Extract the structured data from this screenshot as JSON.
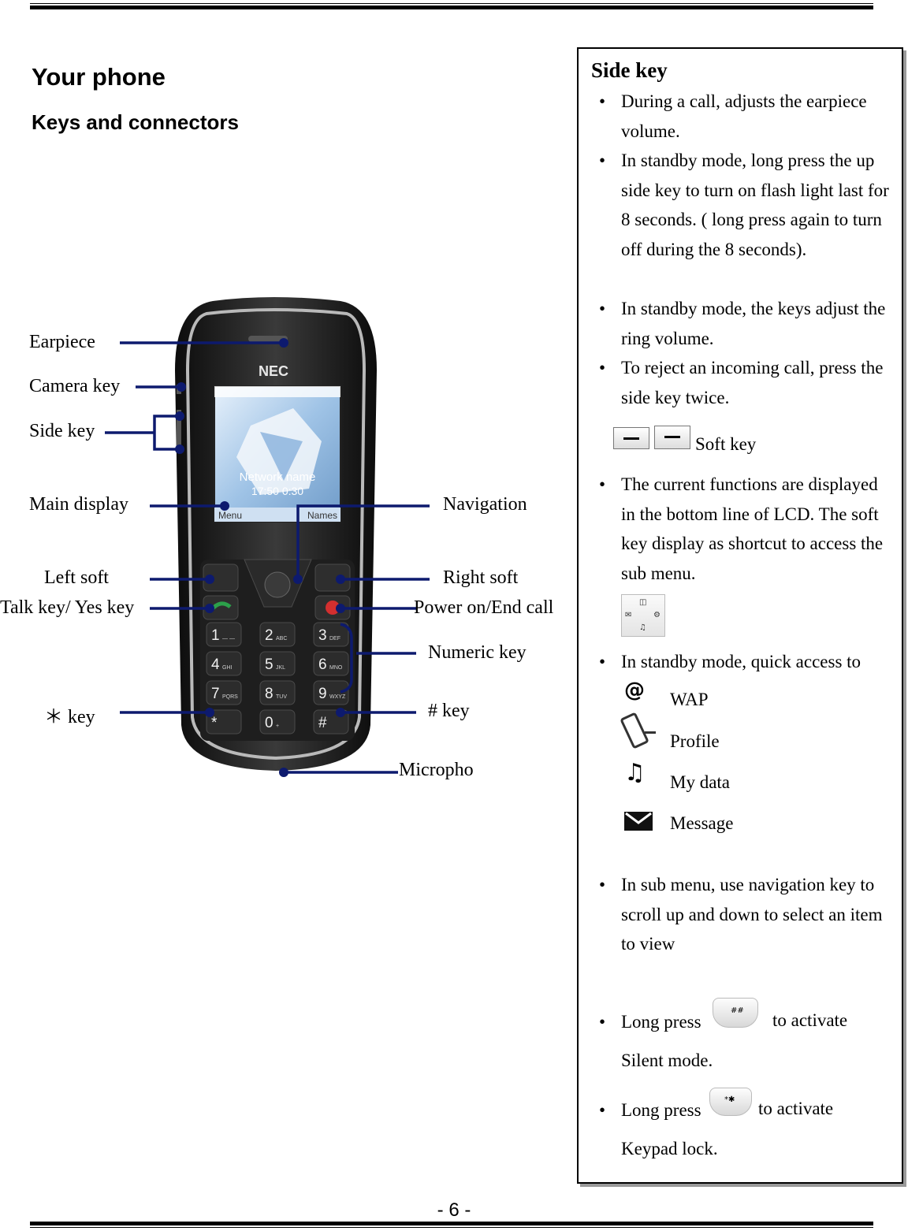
{
  "heading": "Your phone",
  "subheading": "Keys and connectors",
  "brand": "NEC",
  "screen": {
    "network": "Network name",
    "time": "17:50  0:30",
    "left_soft": "Menu",
    "right_soft": "Names"
  },
  "keypad": [
    {
      "key": "1",
      "sub": "— —"
    },
    {
      "key": "2",
      "sub": "ABC"
    },
    {
      "key": "3",
      "sub": "DEF"
    },
    {
      "key": "4",
      "sub": "GHI"
    },
    {
      "key": "5",
      "sub": "JKL"
    },
    {
      "key": "6",
      "sub": "MNO"
    },
    {
      "key": "7",
      "sub": "PQRS"
    },
    {
      "key": "8",
      "sub": "TUV"
    },
    {
      "key": "9",
      "sub": "WXYZ"
    },
    {
      "key": "*",
      "sub": ""
    },
    {
      "key": "0",
      "sub": "+"
    },
    {
      "key": "#",
      "sub": ""
    }
  ],
  "callouts": {
    "earpiece": "Earpiece",
    "camera_key": "Camera key",
    "side_key": "Side key",
    "main_display": "Main display",
    "navigation": "Navigation",
    "left_soft": "Left soft",
    "right_soft": "Right soft",
    "talk_key": "Talk key/ Yes key",
    "power_end": "Power on/End call",
    "numeric_key": "Numeric key",
    "star_key": "＊ key",
    "hash_key": "# key",
    "microphone": "Micropho"
  },
  "sidebox": {
    "title": "Side key",
    "side_bullets": [
      "During a call, adjusts the earpiece volume.",
      "In standby mode, long press the up side key to turn on flash light last for 8 seconds. ( long press again to turn off during the 8 seconds).",
      "In standby mode, the keys adjust the ring volume.",
      "To reject an incoming call, press the side key twice."
    ],
    "softkey_label": "Soft key",
    "softkey_bullet": "The current functions are displayed in the bottom line of LCD. The soft key display as shortcut to access the sub menu.",
    "quick_access": "In standby mode, quick access to",
    "quick_items": [
      "WAP",
      "Profile",
      "My data",
      "Message"
    ],
    "submenu_bullet": "In sub menu, use navigation key to scroll up and down to select an item to view",
    "long_press": "Long press",
    "silent_action": "to activate",
    "silent_mode": "Silent mode.",
    "keypad_action": "to activate",
    "keypad_lock": "Keypad lock."
  },
  "page_number": "- 6 -",
  "colors": {
    "callout_line": "#0d1a6e",
    "phone_body": "#1b1b1b",
    "screen_bg": "#bcd6ee"
  }
}
